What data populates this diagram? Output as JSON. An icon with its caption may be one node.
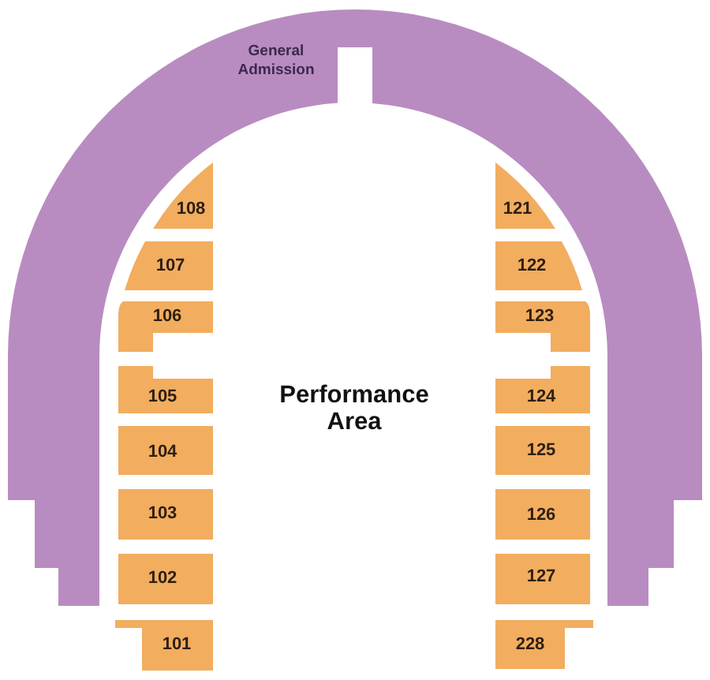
{
  "diagram": {
    "nodes": [
      {
        "text": [
          "General Admission"
        ]
      },
      {
        "text": [
          "108"
        ]
      },
      {
        "text": [
          "121"
        ]
      },
      {
        "text": [
          "107"
        ]
      },
      {
        "text": [
          "122"
        ]
      },
      {
        "text": [
          "106"
        ]
      },
      {
        "text": [
          "123"
        ]
      },
      {
        "text": [
          "105"
        ]
      },
      {
        "text": [
          "124"
        ]
      },
      {
        "text": [
          "104"
        ]
      },
      {
        "text": [
          "125"
        ]
      },
      {
        "text": [
          "103"
        ]
      },
      {
        "text": [
          "126"
        ]
      },
      {
        "text": [
          "102"
        ]
      },
      {
        "text": [
          "127"
        ]
      },
      {
        "text": [
          "101"
        ]
      },
      {
        "text": [
          "228"
        ]
      }
    ],
    "labels": [
      "Performance Area"
    ]
  }
}
